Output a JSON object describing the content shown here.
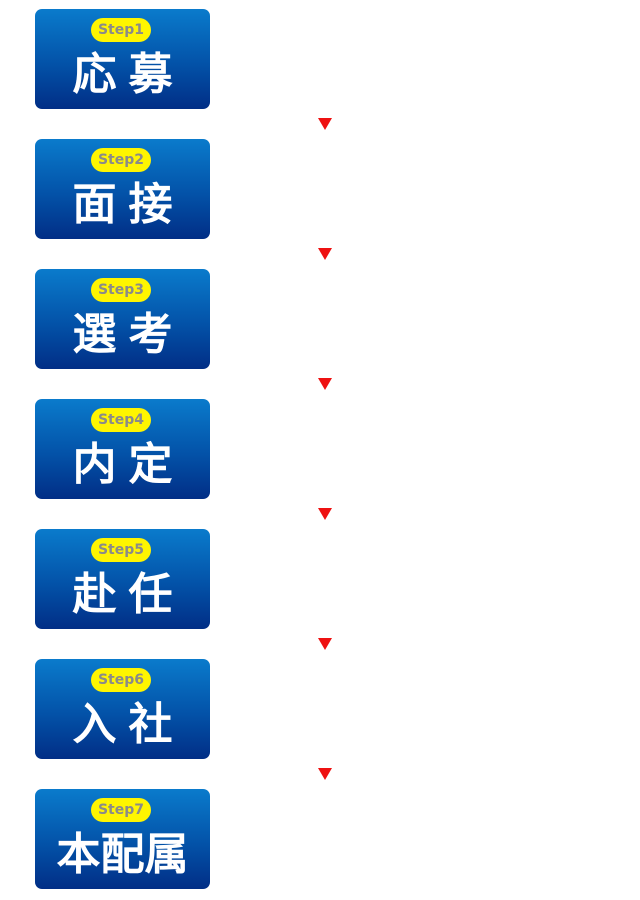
{
  "colors": {
    "badge": "#fff500",
    "box_top": "#0a7bcc",
    "box_bottom": "#012e86",
    "arrow": "#ee1111"
  },
  "steps": [
    {
      "badge": "Step1",
      "label": "応募"
    },
    {
      "badge": "Step2",
      "label": "面接"
    },
    {
      "badge": "Step3",
      "label": "選考"
    },
    {
      "badge": "Step4",
      "label": "内定"
    },
    {
      "badge": "Step5",
      "label": "赴任"
    },
    {
      "badge": "Step6",
      "label": "入社"
    },
    {
      "badge": "Step7",
      "label": "本配属"
    }
  ]
}
